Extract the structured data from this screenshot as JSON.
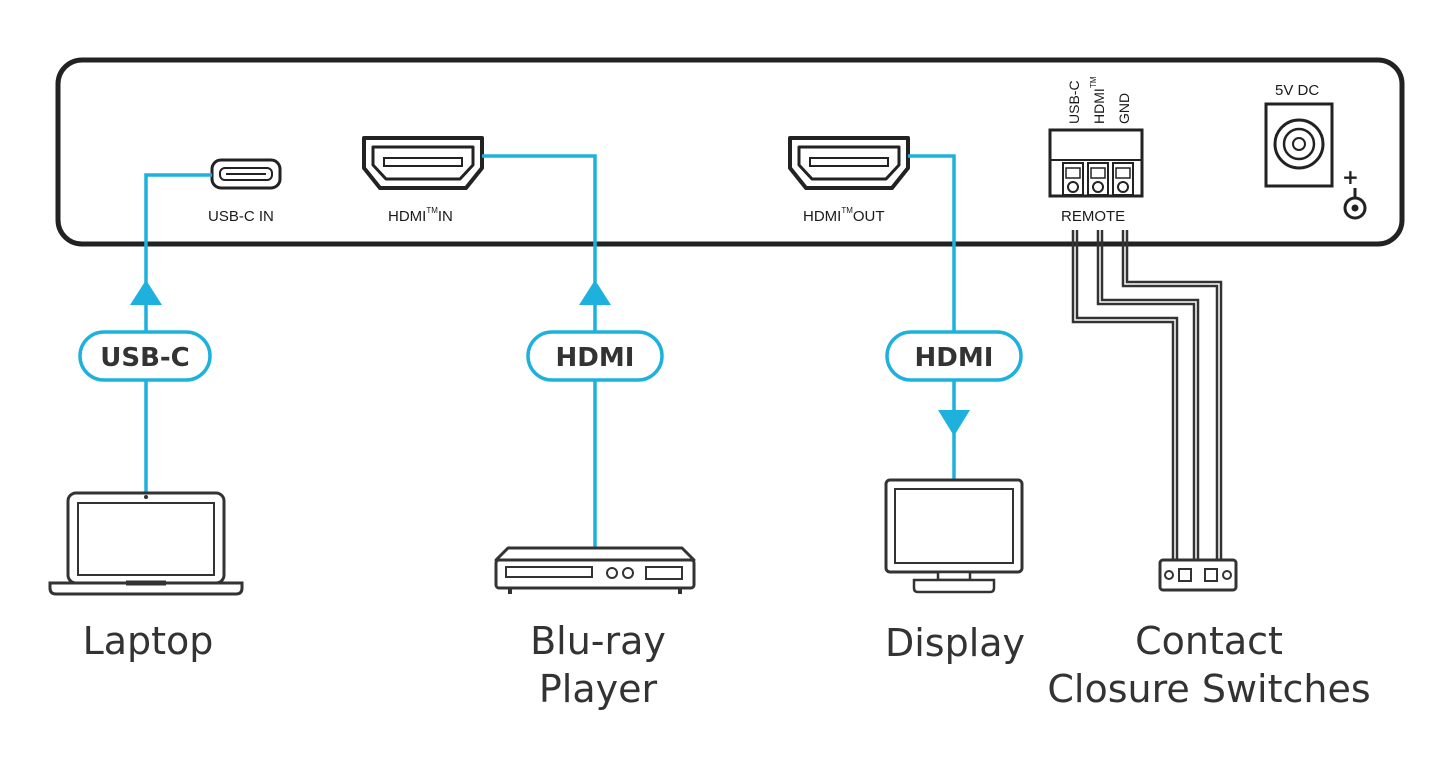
{
  "panel": {
    "usbc_in_label": "USB-C IN",
    "hdmi_in_label": "HDMI",
    "hdmi_in_suffix": "IN",
    "hdmi_out_label": "HDMI",
    "hdmi_out_suffix": "OUT",
    "trademark": "TM",
    "remote_label": "REMOTE",
    "remote_pins": [
      "USB-C",
      "HDMI",
      "GND"
    ],
    "power_label": "5V DC",
    "polarity_symbol": "+"
  },
  "cables": {
    "usbc": "USB-C",
    "hdmi_in": "HDMI",
    "hdmi_out": "HDMI"
  },
  "devices": {
    "laptop": "Laptop",
    "bluray_line1": "Blu-ray",
    "bluray_line2": "Player",
    "display": "Display",
    "switches_line1": "Contact",
    "switches_line2": "Closure Switches"
  },
  "colors": {
    "cable": "#1fb1dd",
    "panel_stroke": "#222222",
    "wire": "#333333"
  }
}
